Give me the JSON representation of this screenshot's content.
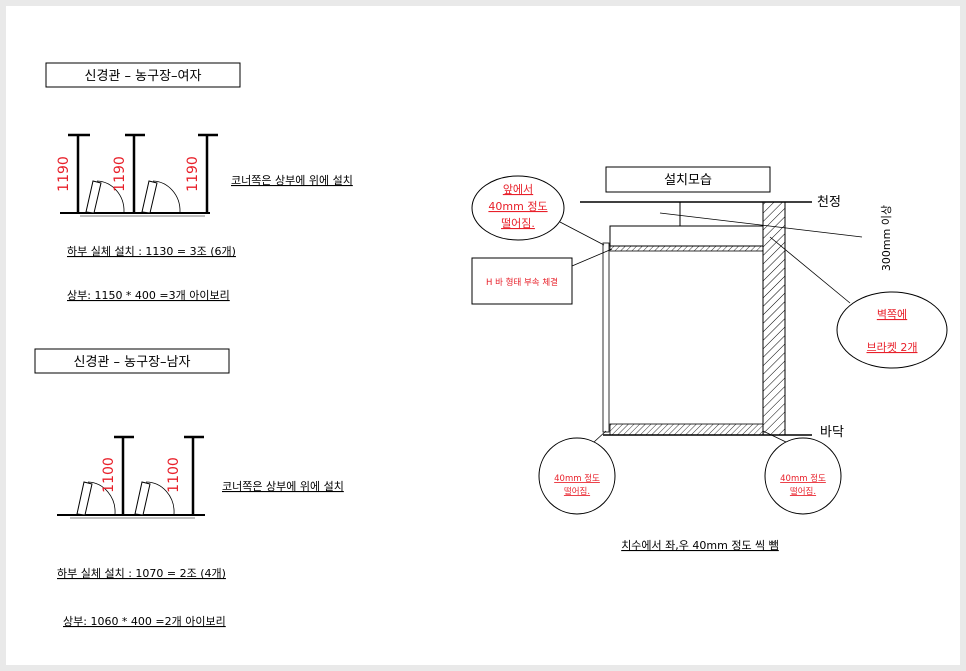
{
  "female": {
    "title": "신경관 – 농구장–여자",
    "dim": "1190",
    "note": "코너쪽은  상부에  위에  설치",
    "lower": "하부  실체  설치 : 1130  = 3조 (6개)",
    "upper": "상부: 1150 * 400 =3개 아이보리"
  },
  "male": {
    "title": "신경관 – 농구장–남자",
    "dim": "1100",
    "note": "코너쪽은  상부에  위에  설치",
    "lower": "하부  실체  설치 : 1070  = 2조 (4개)",
    "upper": "상부: 1060 * 400 =2개 아이보리"
  },
  "install": {
    "title": "설치모습",
    "ceiling": "천정",
    "floor": "바닥",
    "min_gap": "300mm 이상",
    "front_gap": [
      "앞에서",
      "40mm  정도",
      "떨어짐."
    ],
    "h_bar": "H 바  형태 부속 체결",
    "wall_bracket": [
      "벽쪽에",
      "브라켓 2개"
    ],
    "left_gap": [
      "40mm 정도",
      "떨어짐."
    ],
    "right_gap": [
      "40mm 정도",
      "떨어짐."
    ],
    "caption": "치수에서 좌,우 40mm 정도 씩 뺌"
  },
  "colors": {
    "accent": "#e8202a",
    "line": "#000000"
  }
}
